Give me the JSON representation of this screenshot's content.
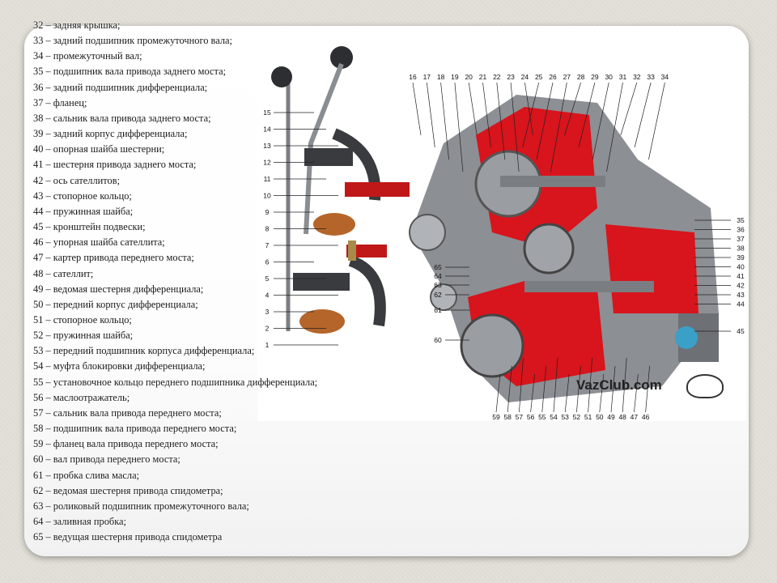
{
  "legend": [
    "32 – задняя крышка;",
    "33 – задний подшипник промежуточного вала;",
    "34 – промежуточный вал;",
    "35 – подшипник вала привода заднего моста;",
    "36 – задний подшипник дифференциала;",
    "37 – фланец;",
    "38 – сальник вала привода заднего моста;",
    "39 – задний корпус дифференциала;",
    "40 – опорная шайба шестерни;",
    "41 – шестерня привода заднего моста;",
    "42 – ось сателлитов;",
    "43 – стопорное кольцо;",
    "44 – пружинная шайба;",
    "45 – кронштейн подвески;",
    "46 – упорная шайба сателлита;",
    "47 – картер привода переднего моста;",
    "48 – сателлит;",
    "49 – ведомая шестерня дифференциала;",
    "50 – передний корпус дифференциала;",
    "51 – стопорное кольцо;",
    "52 – пружинная шайба;",
    "53 – передний подшипник корпуса дифференциала;",
    "54 – муфта блокировки дифференциала;",
    "55 – установочное кольцо переднего подшипника дифференциала;",
    "56 – маслоотражатель;",
    "57 – сальник вала привода переднего моста;",
    "58 – подшипник вала привода переднего моста;",
    "59 – фланец вала привода переднего моста;",
    "60 – вал привода переднего моста;",
    "61 – пробка слива масла;",
    "62 – ведомая шестерня привода спидометра;",
    "63 – роликовый подшипник промежуточного вала;",
    "64 – заливная пробка;",
    "65 – ведущая шестерня привода спидометра"
  ],
  "callouts": {
    "top": [
      "16",
      "17",
      "18",
      "19",
      "20",
      "21",
      "22",
      "23",
      "24",
      "25",
      "26",
      "27",
      "28",
      "29",
      "30",
      "31",
      "32",
      "33",
      "34"
    ],
    "left": [
      "15",
      "14",
      "13",
      "12",
      "11",
      "10",
      "9",
      "8",
      "7",
      "6",
      "5",
      "4",
      "3",
      "2",
      "1"
    ],
    "right": [
      "35",
      "36",
      "37",
      "38",
      "39",
      "40",
      "41",
      "42",
      "43",
      "44",
      "45"
    ],
    "bottom": [
      "59",
      "58",
      "57",
      "56",
      "55",
      "54",
      "53",
      "52",
      "51",
      "50",
      "49",
      "48",
      "47",
      "46"
    ],
    "inner_left": [
      "65",
      "64",
      "63",
      "62",
      "61",
      "60"
    ]
  },
  "logo": "VazClub.com",
  "colors": {
    "section_red": "#d8141c",
    "metal": "#8c8f94",
    "spring": "#b5652a"
  }
}
